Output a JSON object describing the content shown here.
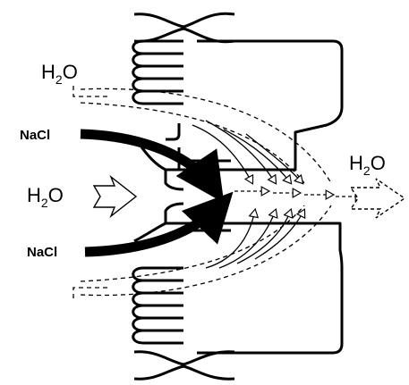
{
  "labels": {
    "water_top_left": {
      "main": "H",
      "sub": "2",
      "end": "O"
    },
    "water_middle_left": {
      "main": "H",
      "sub": "2",
      "end": "O"
    },
    "water_right": {
      "main": "H",
      "sub": "2",
      "end": "O"
    },
    "salt_upper": "NaCl",
    "salt_lower": "NaCl"
  },
  "colors": {
    "ink": "#000000",
    "paper": "#ffffff"
  }
}
